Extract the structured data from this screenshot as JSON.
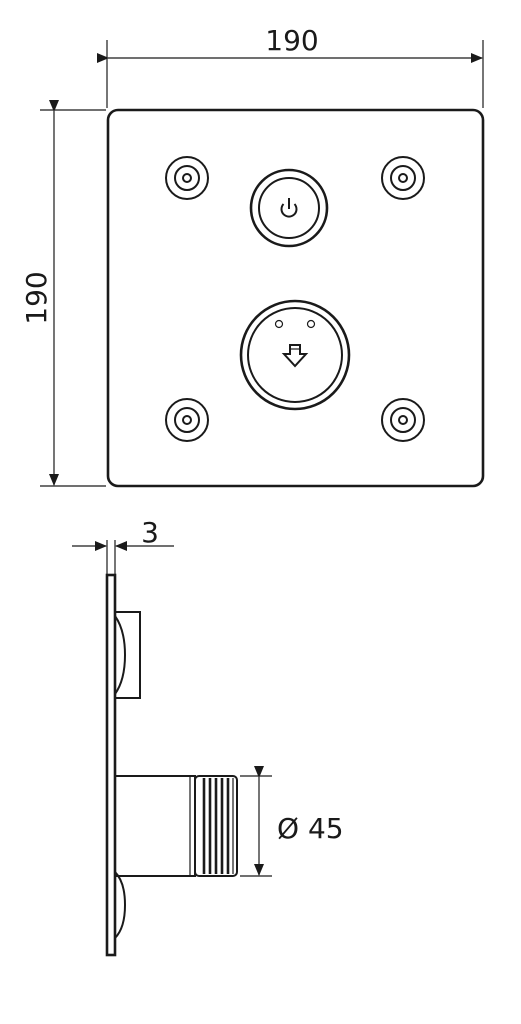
{
  "dimensions": {
    "front_width": "190",
    "front_height": "190",
    "plate_thickness": "3",
    "handle_diameter": "Ø 45"
  },
  "colors": {
    "stroke": "#1a1a1a",
    "background": "#ffffff"
  },
  "icons": {
    "push_button": "power-icon",
    "mixer_dial": "down-arrow-icon"
  }
}
